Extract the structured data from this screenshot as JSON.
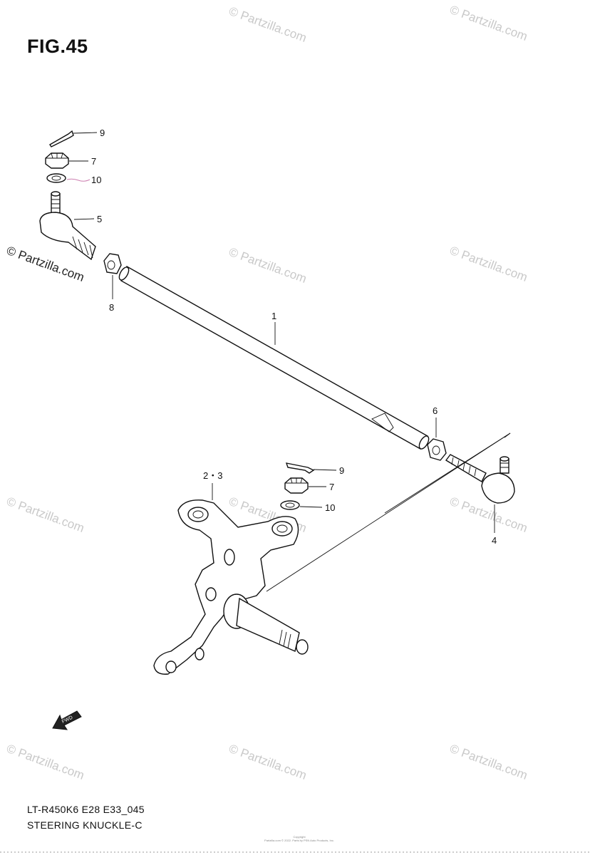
{
  "figure": {
    "title": "FIG.45",
    "model_code": "LT-R450K6 E28 E33_045",
    "section_title": "STEERING KNUCKLE-C"
  },
  "watermark": {
    "text": "© Partzilla.com"
  },
  "footer": {
    "line1": "Copyright",
    "line2": "Partzilla.com © 2022. Parts by PSN Auto Products, Inc."
  },
  "callouts": [
    "1",
    "2・3",
    "4",
    "5",
    "6",
    "7",
    "7",
    "8",
    "9",
    "9",
    "10",
    "10"
  ],
  "icons": {
    "fwd_arrow": "fwd-arrow-icon",
    "fwd_label": "FWD"
  }
}
